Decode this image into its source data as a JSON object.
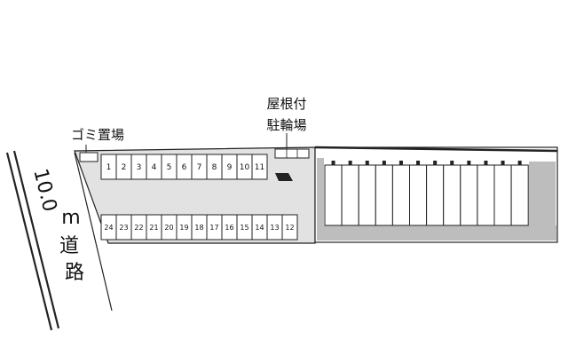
{
  "labels": {
    "garbage": "ゴミ置場",
    "bike_line1": "屋根付",
    "bike_line2": "駐輪場",
    "road_width": "10.0",
    "road_unit": "m",
    "road_word1": "道",
    "road_word2": "路"
  },
  "parking": {
    "top_row": [
      "1",
      "2",
      "3",
      "4",
      "5",
      "6",
      "7",
      "8",
      "9",
      "10",
      "11"
    ],
    "bottom_row": [
      "24",
      "23",
      "22",
      "21",
      "20",
      "19",
      "18",
      "17",
      "16",
      "15",
      "14",
      "13",
      "12"
    ]
  },
  "colors": {
    "lot": "#e2e2e2",
    "line": "#222222",
    "stall": "#ffffff",
    "gravel": "#bdbdbd"
  }
}
